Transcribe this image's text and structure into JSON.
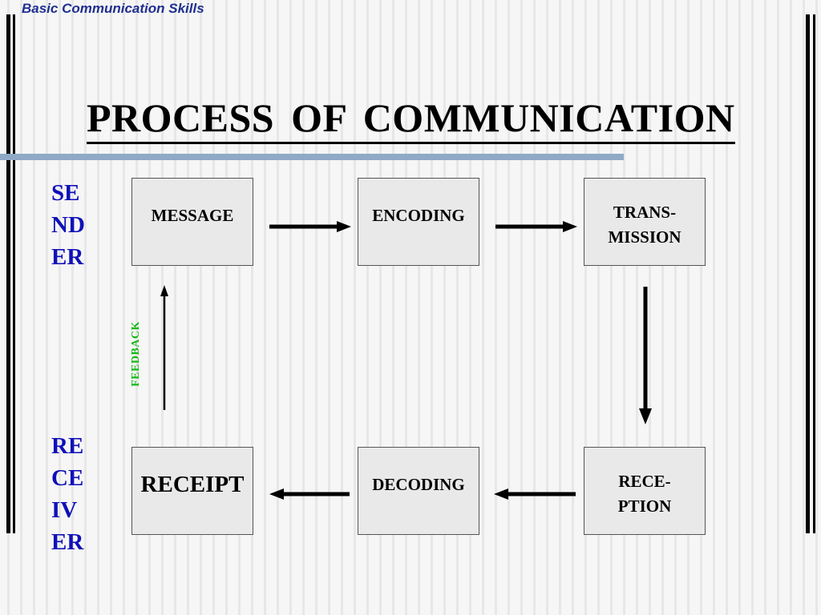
{
  "header": {
    "text": "Basic Communication Skills"
  },
  "slide": {
    "title": "PROCESS  OF  COMMUNICATION"
  },
  "roles": {
    "sender": [
      "SE",
      "ND",
      "ER"
    ],
    "receiver": [
      "RE",
      "CE",
      "IV",
      "ER"
    ]
  },
  "boxes": {
    "message": [
      "MESSAGE"
    ],
    "encoding": [
      "ENCODING"
    ],
    "transmission": [
      "TRANS-",
      "MISSION"
    ],
    "reception": [
      "RECE-",
      "PTION"
    ],
    "decoding": [
      "DECODING"
    ],
    "receipt": [
      "RECEIPT"
    ]
  },
  "feedback_label": "FEEDBACK",
  "colors": {
    "header": "#1f2f8f",
    "role_labels": "#1010b8",
    "feedback": "#16b816",
    "accent_line": "#8fa9c6",
    "box_fill": "#e9e9e9"
  }
}
